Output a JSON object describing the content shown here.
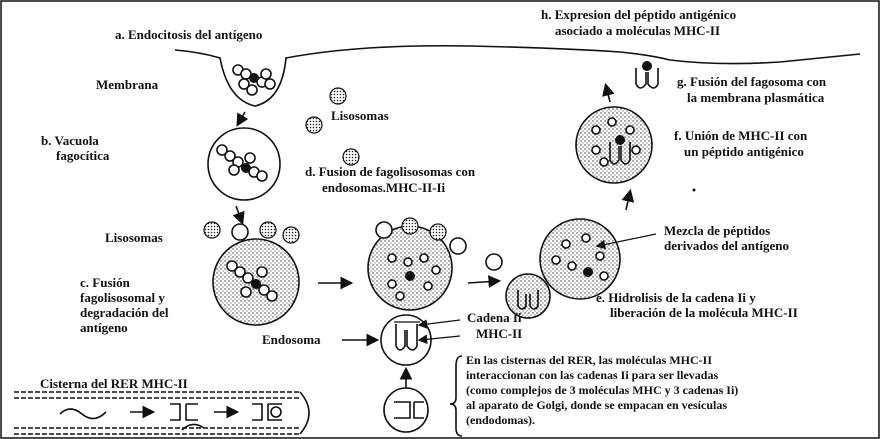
{
  "labels": {
    "a": "a. Endocitosis del antígeno",
    "membrana": "Membrana",
    "b1": "b. Vacuola",
    "b2": "fagocítica",
    "lisosomas_top": "Lisosomas",
    "d1": "d. Fusion de fagolisosomas con",
    "d2": "endosomas.MHC-II-Ii",
    "lisosomas_left": "Lisosomas",
    "c1": "c. Fusión",
    "c2": "fagolisosomal y",
    "c3": "degradación del",
    "c4": "antígeno",
    "endosoma": "Endosoma",
    "cadena_ii": "Cadena Ii",
    "mhc_ii": "MHC-II",
    "cisterna": "Cisterna del RER MHC-II",
    "h1": "h. Expresion del péptido antigénico",
    "h2": "asociado a moléculas MHC-II",
    "g1": "g. Fusión del fagosoma con",
    "g2": "la membrana plasmática",
    "f1": "f. Unión de MHC-II con",
    "f2": "un péptido antigénico",
    "mezcla1": "Mezcla de péptidos",
    "mezcla2": "derivados del antígeno",
    "e1": "e. Hidrolisis de la cadena Ii y",
    "e2": "liberación de la molécula MHC-II"
  },
  "note": {
    "l1": "En las cisternas del RER, las moléculas MHC-II",
    "l2": "interaccionan con las cadenas Ii para ser llevadas",
    "l3": "(como complejos de 3 moléculas MHC y 3 cadenas Ii)",
    "l4": "al aparato de Golgi, donde se empacan en vesículas",
    "l5": "(endodomas)."
  }
}
